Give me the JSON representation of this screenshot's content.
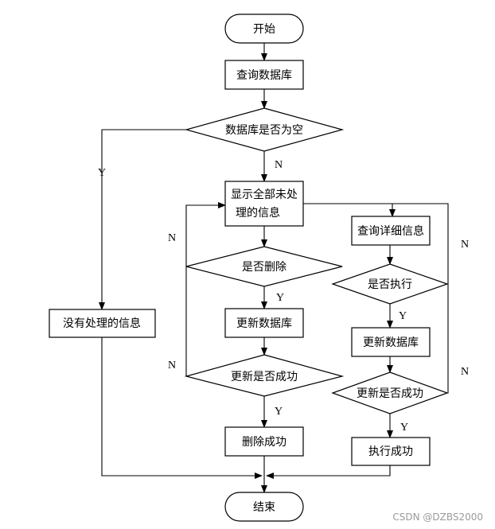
{
  "nodes": {
    "start": "开始",
    "query_db": "查询数据库",
    "db_empty": "数据库是否为空",
    "show_all_line1": "显示全部未处",
    "show_all_line2": "理的信息",
    "delete_q": "是否删除",
    "update_db_left": "更新数据库",
    "update_ok_left": "更新是否成功",
    "delete_ok": "删除成功",
    "end": "结束",
    "no_info": "没有处理的信息",
    "query_detail": "查询详细信息",
    "execute_q": "是否执行",
    "update_db_right": "更新数据库",
    "update_ok_right": "更新是否成功",
    "execute_ok": "执行成功"
  },
  "labels": {
    "yes": "Y",
    "no": "N"
  },
  "watermark": "CSDN @DZBS2000"
}
